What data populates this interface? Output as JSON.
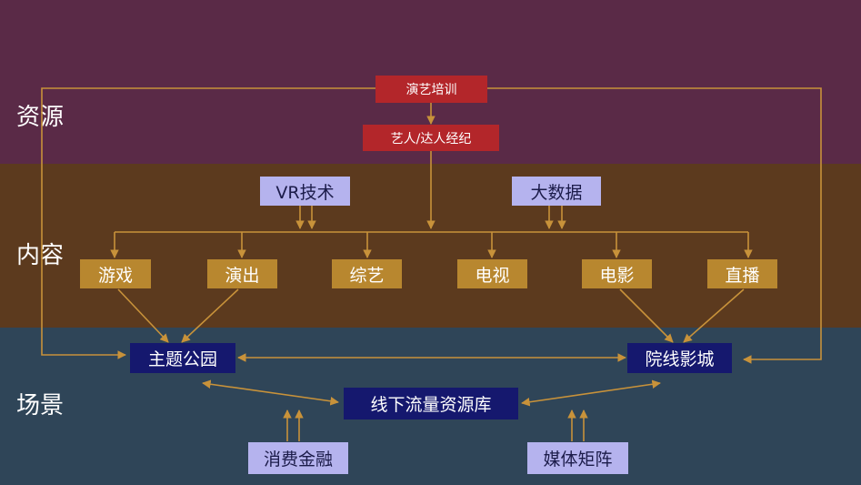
{
  "layers": {
    "resource": "资源",
    "content": "内容",
    "scene": "场景"
  },
  "resource_nodes": {
    "training": "演艺培训",
    "agency": "艺人/达人经纪"
  },
  "tech_nodes": {
    "vr": "VR技术",
    "bigdata": "大数据"
  },
  "content_nodes": {
    "game": "游戏",
    "performance": "演出",
    "variety": "综艺",
    "tv": "电视",
    "film": "电影",
    "live": "直播"
  },
  "scene_nodes": {
    "theme_park": "主题公园",
    "cinema": "院线影城",
    "offline_pool": "线下流量资源库"
  },
  "support_nodes": {
    "consumer_finance": "消费金融",
    "media_matrix": "媒体矩阵"
  },
  "colors": {
    "resource_band": "#5a2a47",
    "content_band": "#5c3a1e",
    "scene_band": "#2f4558",
    "arrow": "#c8923a"
  }
}
